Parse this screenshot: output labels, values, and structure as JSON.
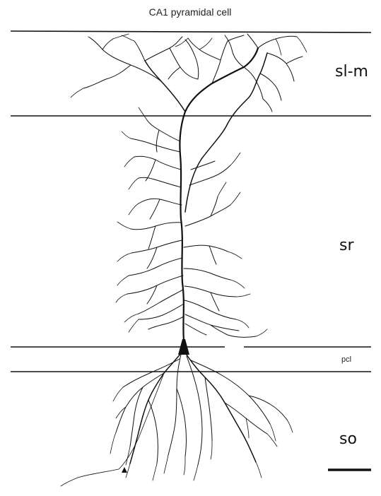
{
  "figure": {
    "title": "CA1 pyramidal cell",
    "layers": {
      "slm": "sl-m",
      "sr": "sr",
      "pcl": "pcl",
      "so": "so"
    },
    "colors": {
      "background": "#ffffff",
      "ink": "#111111"
    }
  }
}
